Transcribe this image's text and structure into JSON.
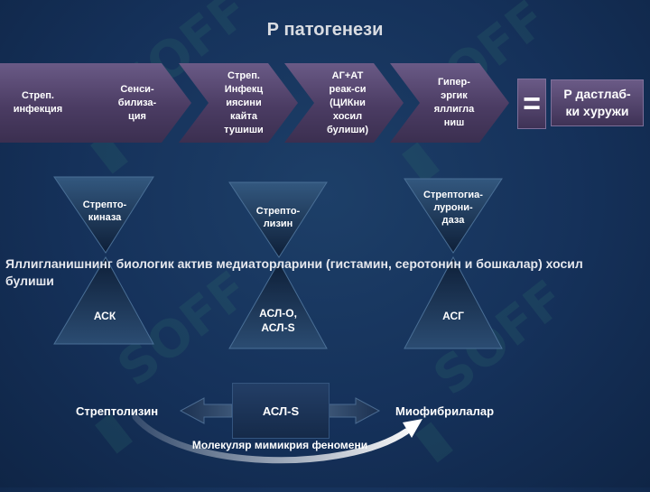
{
  "title": "Р патогенези",
  "chevrons": [
    {
      "label": "Стреп.\nинфекция"
    },
    {
      "label": "Сенси-\nбилиза-\nция"
    },
    {
      "label": "Стреп.\nИнфекц\nиясини\nкайта\nтушиши"
    },
    {
      "label": "АГ+АТ\nреак-си\n(ЦИКни\nхосил\nбулиши)"
    },
    {
      "label": "Гипер-\nэргик\nяллигла\nниш"
    }
  ],
  "equals_sign": "=",
  "result": "Р дастлаб-\nки хуружи",
  "hourglasses": [
    {
      "top": "Стрепто-\nкиназа",
      "bottom": "АСК"
    },
    {
      "top": "Стрепто-\nлизин",
      "bottom": "АСЛ-О,\nАСЛ-S"
    },
    {
      "top": "Стрептогиа-\nлурони-\nдаза",
      "bottom": "АСГ"
    }
  ],
  "overlay_text": "Яллигланишнинг биологик   актив медиаторларини (гистамин, серотонин и бошкалар) хосил булиши",
  "lower": {
    "left_label": "Стрептолизин",
    "center_label": "АСЛ-S",
    "right_label": "Миофибрилалар",
    "caption": "Молекуляр мимикрия феномени"
  },
  "watermark_text": "SOFF"
}
